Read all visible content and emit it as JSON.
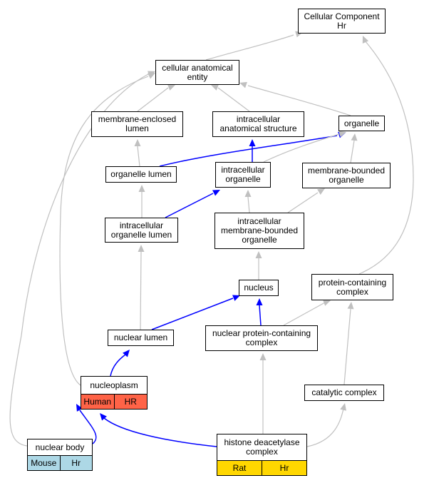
{
  "colors": {
    "edge_default": "#c0c0c0",
    "edge_highlight": "#0000ff",
    "human_tag": "#ff6347",
    "mouse_tag": "#add8e6",
    "rat_tag": "#ffd700"
  },
  "nodes": {
    "cellular_component": {
      "line1": "Cellular Component",
      "line2": "Hr"
    },
    "cellular_anatomical_entity": {
      "line1": "cellular anatomical",
      "line2": "entity"
    },
    "membrane_enclosed_lumen": {
      "line1": "membrane-enclosed",
      "line2": "lumen"
    },
    "intracellular_anatomical_structure": {
      "line1": "intracellular",
      "line2": "anatomical structure"
    },
    "organelle": {
      "line1": "organelle"
    },
    "organelle_lumen": {
      "line1": "organelle lumen"
    },
    "intracellular_organelle": {
      "line1": "intracellular",
      "line2": "organelle"
    },
    "membrane_bounded_organelle": {
      "line1": "membrane-bounded",
      "line2": "organelle"
    },
    "intracellular_organelle_lumen": {
      "line1": "intracellular",
      "line2": "organelle lumen"
    },
    "intracellular_membrane_bounded_organelle": {
      "line1": "intracellular",
      "line2": "membrane-bounded",
      "line3": "organelle"
    },
    "nucleus": {
      "line1": "nucleus"
    },
    "protein_containing_complex": {
      "line1": "protein-containing",
      "line2": "complex"
    },
    "nuclear_lumen": {
      "line1": "nuclear lumen"
    },
    "nuclear_protein_containing_complex": {
      "line1": "nuclear protein-containing",
      "line2": "complex"
    },
    "nucleoplasm": {
      "line1": "nucleoplasm",
      "tag1": "Human",
      "tag2": "HR"
    },
    "catalytic_complex": {
      "line1": "catalytic complex"
    },
    "nuclear_body": {
      "line1": "nuclear body",
      "tag1": "Mouse",
      "tag2": "Hr"
    },
    "histone_deacetylase_complex": {
      "line1": "histone deacetylase",
      "line2": "complex",
      "tag1": "Rat",
      "tag2": "Hr"
    }
  }
}
